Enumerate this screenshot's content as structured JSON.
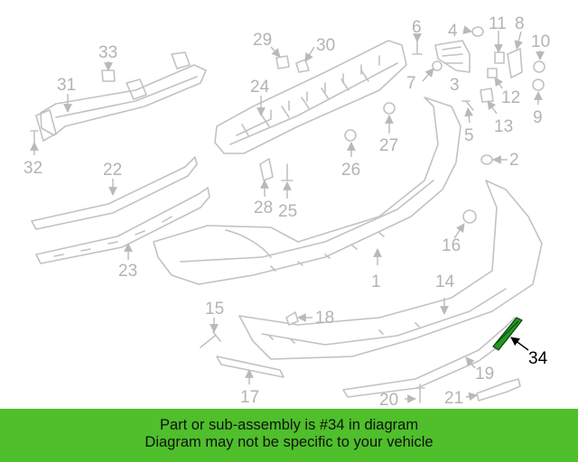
{
  "diagram": {
    "callouts": [
      "1",
      "2",
      "3",
      "4",
      "5",
      "6",
      "7",
      "8",
      "9",
      "10",
      "11",
      "12",
      "13",
      "14",
      "15",
      "16",
      "17",
      "18",
      "19",
      "20",
      "21",
      "22",
      "23",
      "24",
      "25",
      "26",
      "27",
      "28",
      "29",
      "30",
      "31",
      "32",
      "33",
      "34"
    ],
    "highlighted_part": "34"
  },
  "banner": {
    "line1": "Part or sub-assembly is #34 in diagram",
    "line2": "Diagram may not be specific to your vehicle",
    "background": "#4fbf2b"
  },
  "colors": {
    "line_art": "#c2c2c2",
    "callout_text": "#b3b3b3",
    "highlight_fill": "#1f9a1f",
    "highlight_text": "#000000"
  }
}
